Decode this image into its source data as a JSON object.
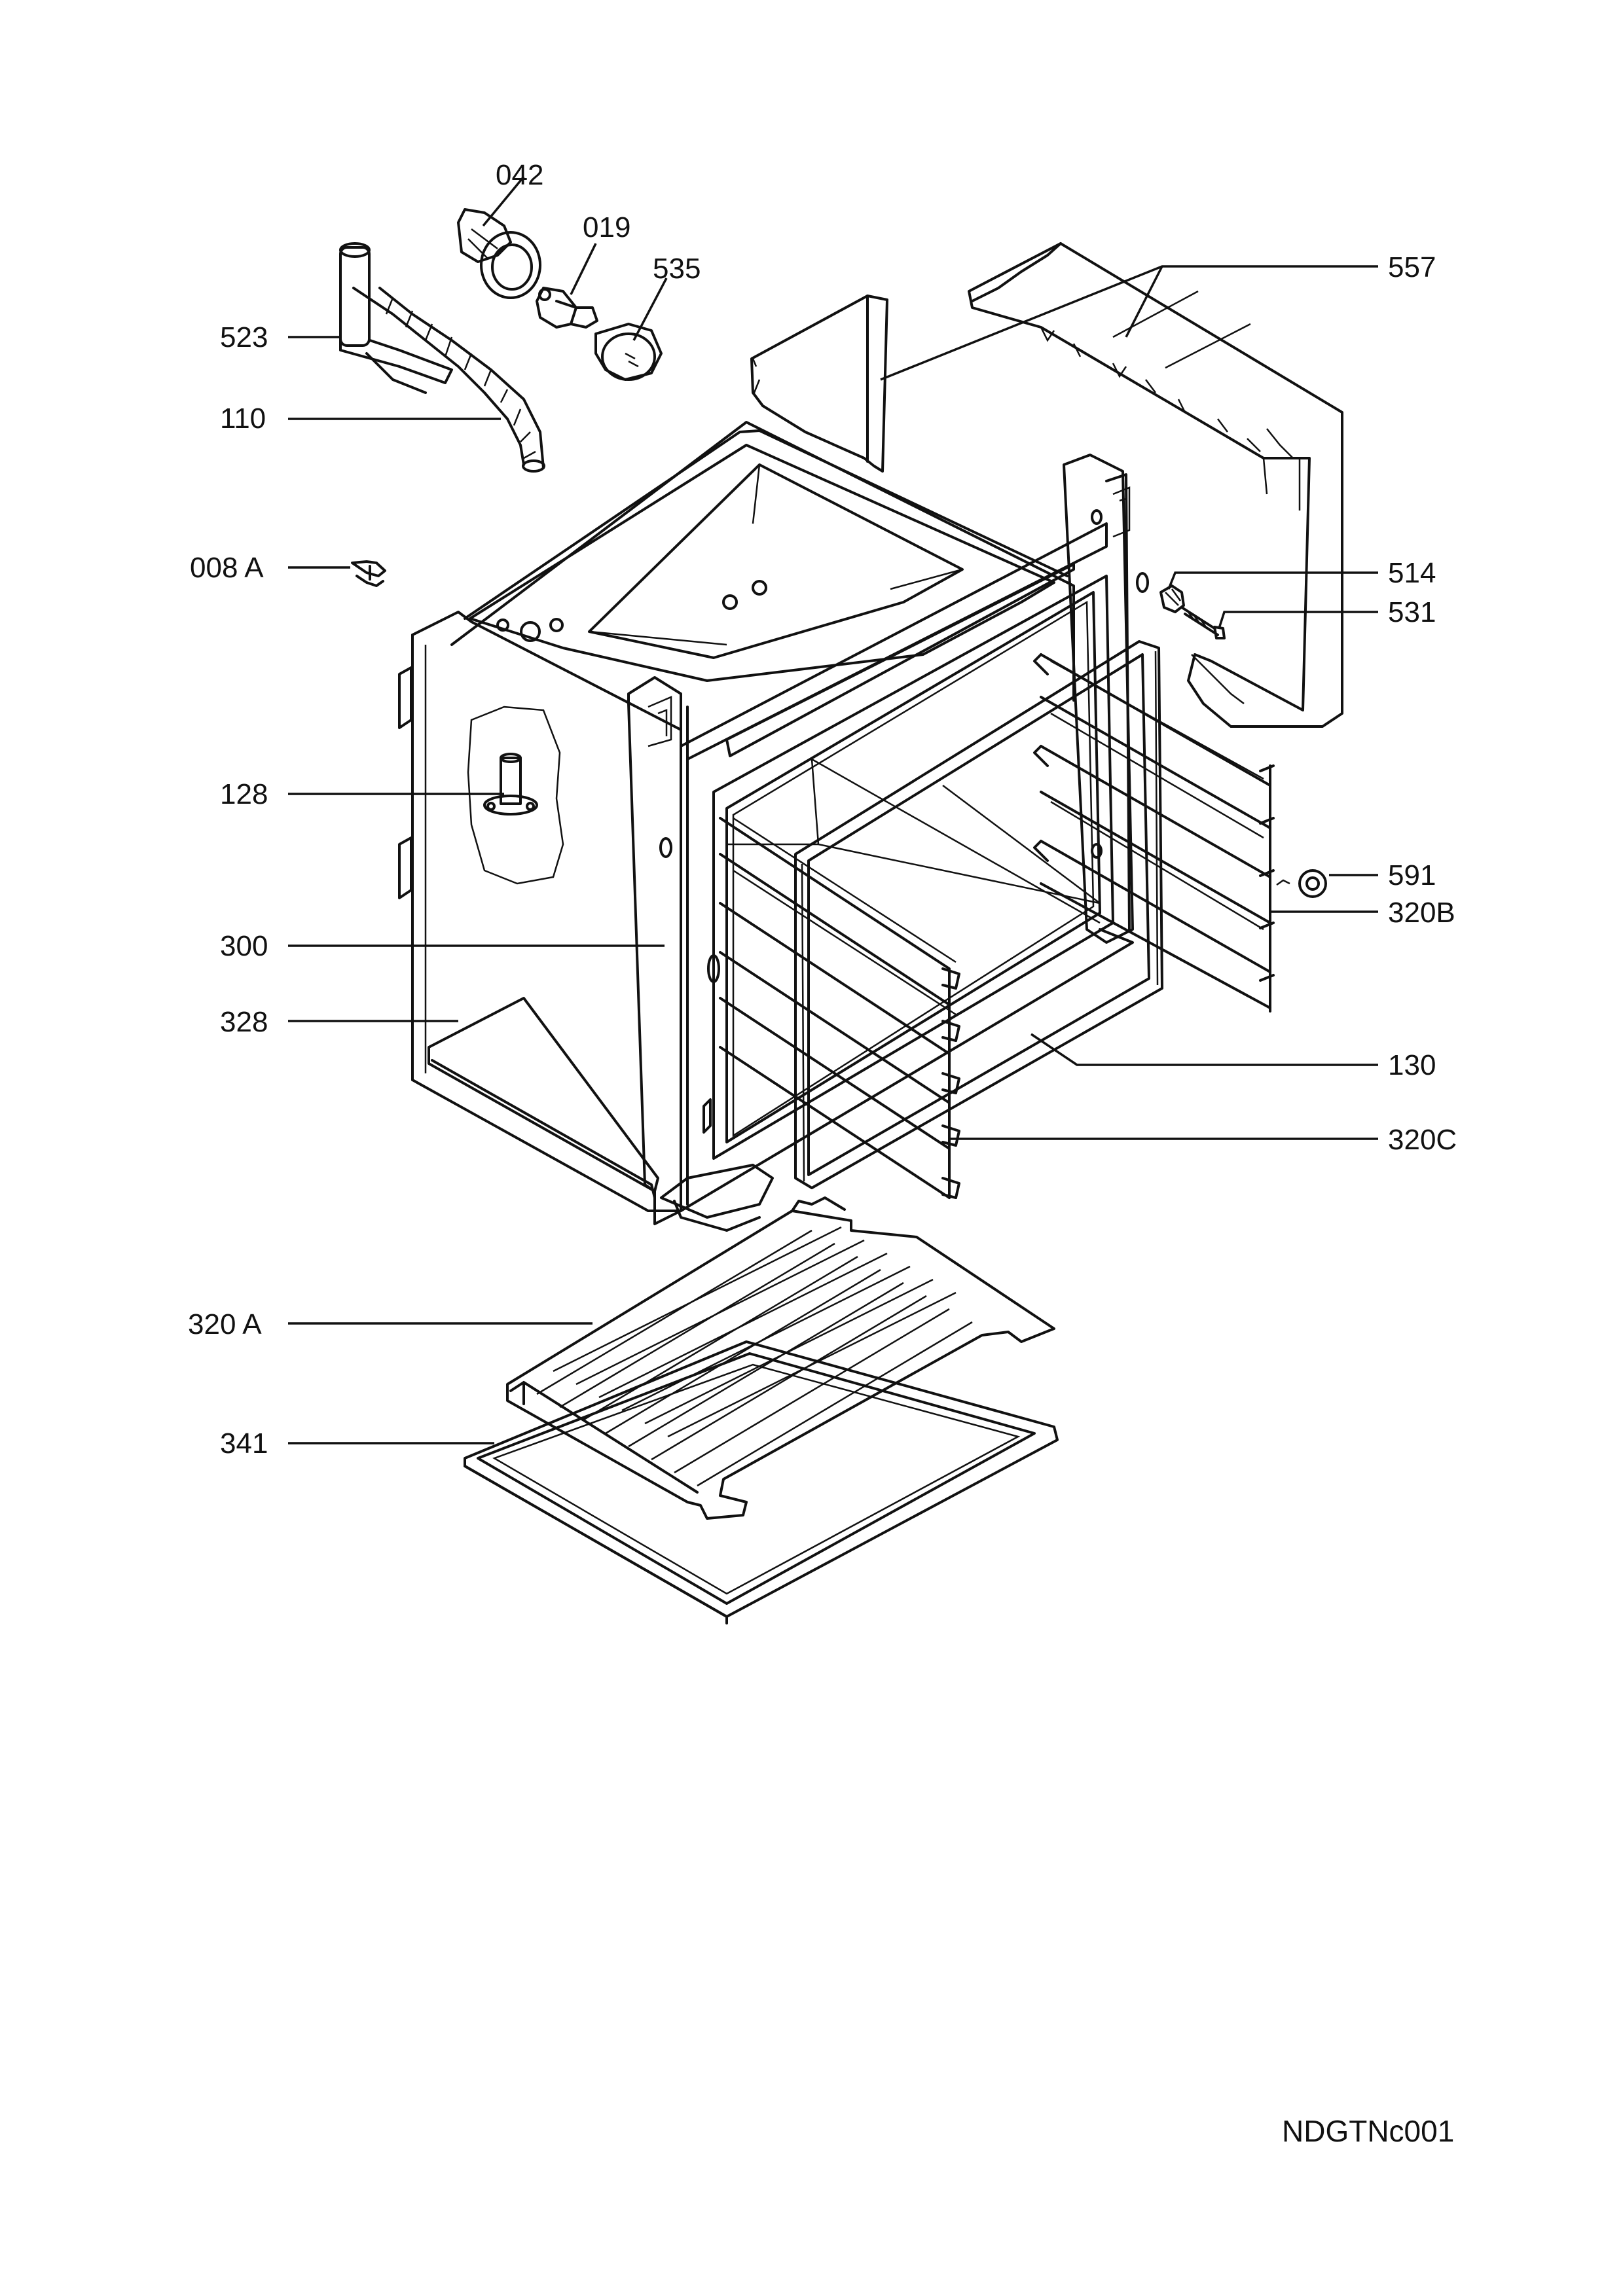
{
  "diagram_ref": "NDGTNc001",
  "callouts": {
    "c042": "042",
    "c019": "019",
    "c535": "535",
    "c523": "523",
    "c110": "110",
    "c008a": "008 A",
    "c128": "128",
    "c300": "300",
    "c328": "328",
    "c320a": "320 A",
    "c341": "341",
    "c557": "557",
    "c514": "514",
    "c531": "531",
    "c591": "591",
    "c320b": "320B",
    "c130": "130",
    "c320c": "320C"
  }
}
